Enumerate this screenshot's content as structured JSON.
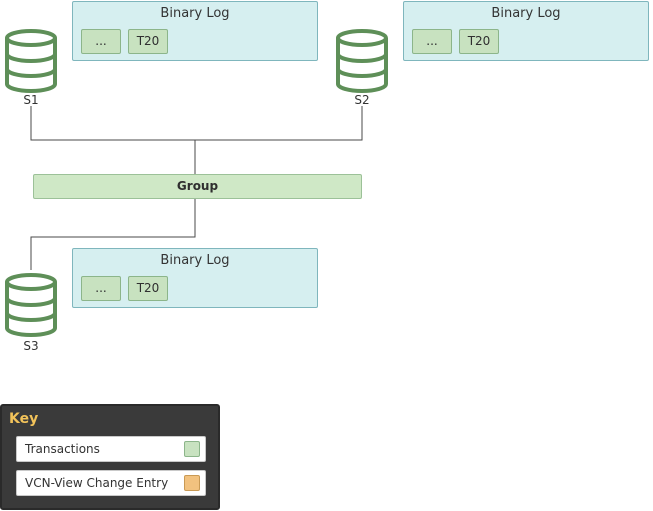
{
  "servers": [
    {
      "label": "S1",
      "binary_log": {
        "title": "Binary Log",
        "entries": [
          "...",
          "T20"
        ]
      }
    },
    {
      "label": "S2",
      "binary_log": {
        "title": "Binary Log",
        "entries": [
          "...",
          "T20"
        ]
      }
    },
    {
      "label": "S3",
      "binary_log": {
        "title": "Binary Log",
        "entries": [
          "...",
          "T20"
        ]
      }
    }
  ],
  "group": {
    "label": "Group"
  },
  "key": {
    "title": "Key",
    "items": [
      {
        "label": "Transactions",
        "color": "#c8e2c0"
      },
      {
        "label": "VCN-View Change Entry",
        "color": "#f2c27f"
      }
    ]
  },
  "colors": {
    "server_stroke": "#5e8f58",
    "connector": "#4a4a4a"
  }
}
